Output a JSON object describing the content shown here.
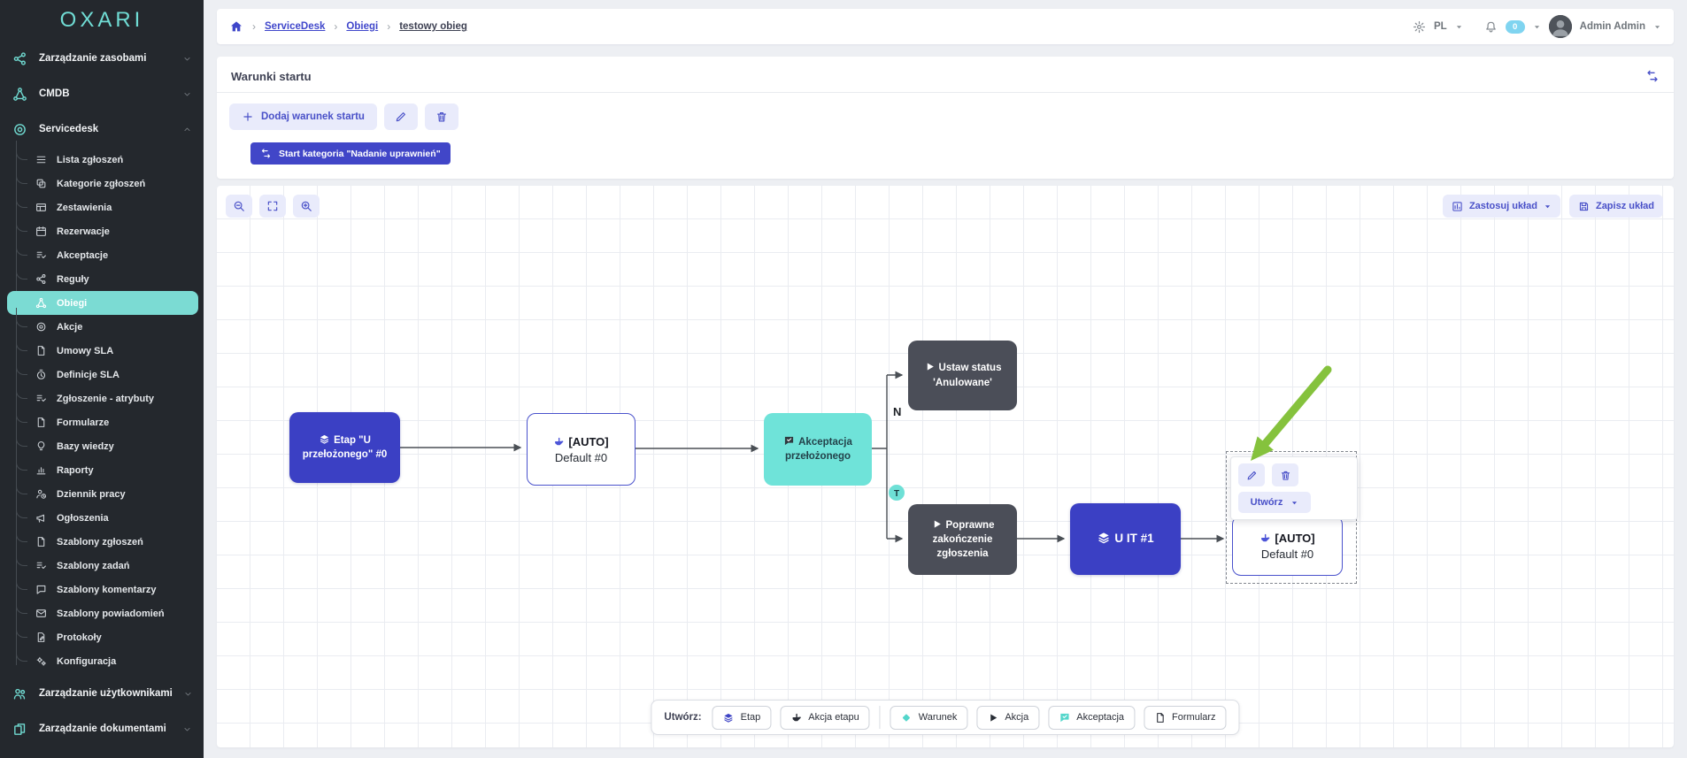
{
  "brand": {
    "logo_text": "OXARI"
  },
  "sidebar": {
    "top_items": [
      {
        "label": "Zarządzanie zasobami",
        "icon": "share",
        "chevron": "down"
      },
      {
        "label": "CMDB",
        "icon": "network",
        "chevron": "down"
      },
      {
        "label": "Servicedesk",
        "icon": "target",
        "chevron": "up"
      }
    ],
    "servicedesk_items": [
      {
        "label": "Lista zgłoszeń",
        "icon": "list"
      },
      {
        "label": "Kategorie zgłoszeń",
        "icon": "copy"
      },
      {
        "label": "Zestawienia",
        "icon": "table"
      },
      {
        "label": "Rezerwacje",
        "icon": "calendar"
      },
      {
        "label": "Akceptacje",
        "icon": "list-check"
      },
      {
        "label": "Reguły",
        "icon": "share"
      },
      {
        "label": "Obiegi",
        "icon": "network"
      },
      {
        "label": "Akcje",
        "icon": "target"
      },
      {
        "label": "Umowy SLA",
        "icon": "file"
      },
      {
        "label": "Definicje SLA",
        "icon": "stopwatch"
      },
      {
        "label": "Zgłoszenie - atrybuty",
        "icon": "list-check"
      },
      {
        "label": "Formularze",
        "icon": "file"
      },
      {
        "label": "Bazy wiedzy",
        "icon": "bulb"
      },
      {
        "label": "Raporty",
        "icon": "chart"
      },
      {
        "label": "Dziennik pracy",
        "icon": "user-clock"
      },
      {
        "label": "Ogłoszenia",
        "icon": "megaphone"
      },
      {
        "label": "Szablony zgłoszeń",
        "icon": "file"
      },
      {
        "label": "Szablony zadań",
        "icon": "list-check"
      },
      {
        "label": "Szablony komentarzy",
        "icon": "comment"
      },
      {
        "label": "Szablony powiadomień",
        "icon": "envelope"
      },
      {
        "label": "Protokoły",
        "icon": "file-edit"
      },
      {
        "label": "Konfiguracja",
        "icon": "gears"
      }
    ],
    "active_item": "Obiegi",
    "bottom_items": [
      {
        "label": "Zarządzanie użytkownikami",
        "icon": "users",
        "chevron": "down"
      },
      {
        "label": "Zarządzanie dokumentami",
        "icon": "docs",
        "chevron": "down"
      }
    ]
  },
  "header": {
    "breadcrumb": {
      "links": [
        "ServiceDesk",
        "Obiegi"
      ],
      "current": "testowy obieg"
    },
    "language": "PL",
    "notification_count": "0",
    "user_name": "Admin Admin"
  },
  "panel": {
    "title": "Warunki startu",
    "add_condition_label": "Dodaj warunek startu",
    "start_chip_label": "Start kategoria \"Nadanie uprawnień\""
  },
  "canvas": {
    "apply_layout_label": "Zastosuj układ",
    "save_layout_label": "Zapisz układ",
    "nodes": {
      "stage1": {
        "label": "Etap \"U przełożonego\" #0"
      },
      "auto1": {
        "title": "[AUTO]",
        "subtitle": "Default #0"
      },
      "approval": {
        "label": "Akceptacja przełożonego"
      },
      "action_cancel": {
        "label": "Ustaw status 'Anulowane'"
      },
      "action_done": {
        "label": "Poprawne zakończenie zgłoszenia"
      },
      "stage2": {
        "label": "U IT #1"
      },
      "auto2": {
        "title": "[AUTO]",
        "subtitle": "Default #0"
      }
    },
    "branch_labels": {
      "negative": "N",
      "positive": "T"
    },
    "node_popup": {
      "create_label": "Utwórz"
    }
  },
  "bottom_toolbar": {
    "create_label": "Utwórz:",
    "buttons": [
      {
        "label": "Etap",
        "icon": "layers",
        "color": "indigo"
      },
      {
        "label": "Akcja etapu",
        "icon": "finger",
        "color": "dark"
      },
      {
        "label": "Warunek",
        "icon": "diamond",
        "color": "teal"
      },
      {
        "label": "Akcja",
        "icon": "play",
        "color": "dark"
      },
      {
        "label": "Akceptacja",
        "icon": "comment-check",
        "color": "teal"
      },
      {
        "label": "Formularz",
        "icon": "file",
        "color": "dark"
      }
    ]
  },
  "colors": {
    "accent_indigo": "#3e44c4",
    "accent_light_bg": "#e9ebfb",
    "teal": "#6fe3d9",
    "sidebar_active": "#7bdbd3",
    "dark_node": "#4b4e58",
    "arrow_green": "#85c23d",
    "badge_blue": "#7fd4f0"
  }
}
